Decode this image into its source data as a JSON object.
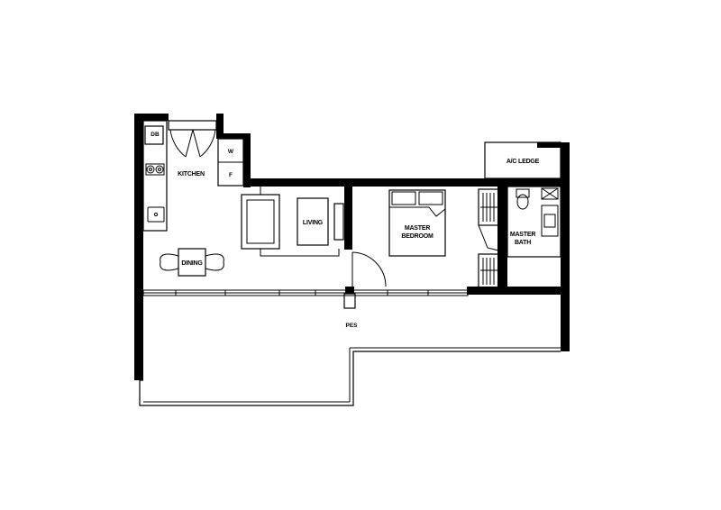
{
  "rooms": {
    "db": "DB",
    "w": "W",
    "f": "F",
    "kitchen": "KITCHEN",
    "living": "LIVING",
    "dining": "DINING",
    "master_bedroom_l1": "MASTER",
    "master_bedroom_l2": "BEDROOM",
    "ac_ledge": "A/C LEDGE",
    "master_bath_l1": "MASTER",
    "master_bath_l2": "BATH",
    "pes": "PES"
  }
}
